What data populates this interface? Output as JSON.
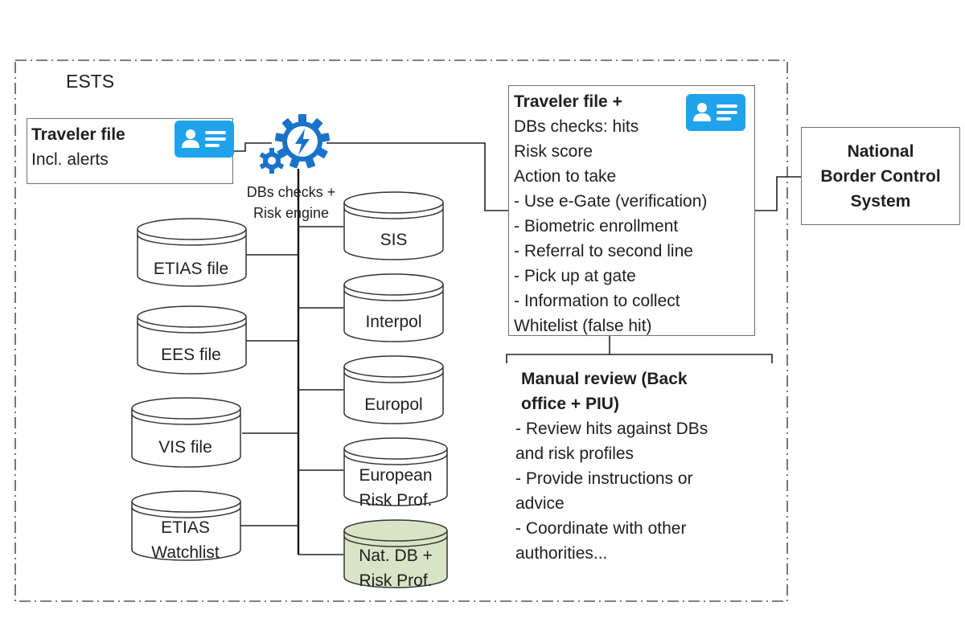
{
  "frame": {
    "title": "ESTS"
  },
  "traveler_file": {
    "title": "Traveler file",
    "subtitle": "Incl. alerts",
    "icon": "id-card-icon",
    "icon_color": "#1fa3ec"
  },
  "engine": {
    "icon": "gear-lightning-icon",
    "caption_line1": "DBs checks +",
    "caption_line2": "Risk engine",
    "color": "#1a73c9"
  },
  "left_databases": [
    {
      "label": "ETIAS file"
    },
    {
      "label": "EES file"
    },
    {
      "label": "VIS file"
    },
    {
      "label": "ETIAS\nWatchlist"
    }
  ],
  "right_databases": [
    {
      "label": "SIS",
      "highlight": false
    },
    {
      "label": "Interpol",
      "highlight": false
    },
    {
      "label": "Europol",
      "highlight": false
    },
    {
      "label": "European\nRisk Prof.",
      "highlight": false
    },
    {
      "label": "Nat. DB +\nRisk Prof.",
      "highlight": true
    }
  ],
  "highlight_color": "#d9e4c6",
  "result": {
    "title": "Traveler file +",
    "icon": "id-card-icon",
    "lines": [
      "DBs checks: hits",
      "Risk score",
      "Action to take",
      "- Use e-Gate (verification)",
      "- Biometric enrollment",
      "- Referral to second line",
      "- Pick up at gate",
      "- Information to collect",
      "Whitelist (false hit)"
    ]
  },
  "national_system": {
    "line1": "National",
    "line2": "Border Control",
    "line3": "System"
  },
  "manual_review": {
    "title_line1": "Manual review (Back",
    "title_line2": "office + PIU)",
    "lines": [
      "- Review hits against DBs",
      "and risk profiles",
      "- Provide instructions or",
      "advice",
      "- Coordinate with other",
      "authorities..."
    ]
  }
}
